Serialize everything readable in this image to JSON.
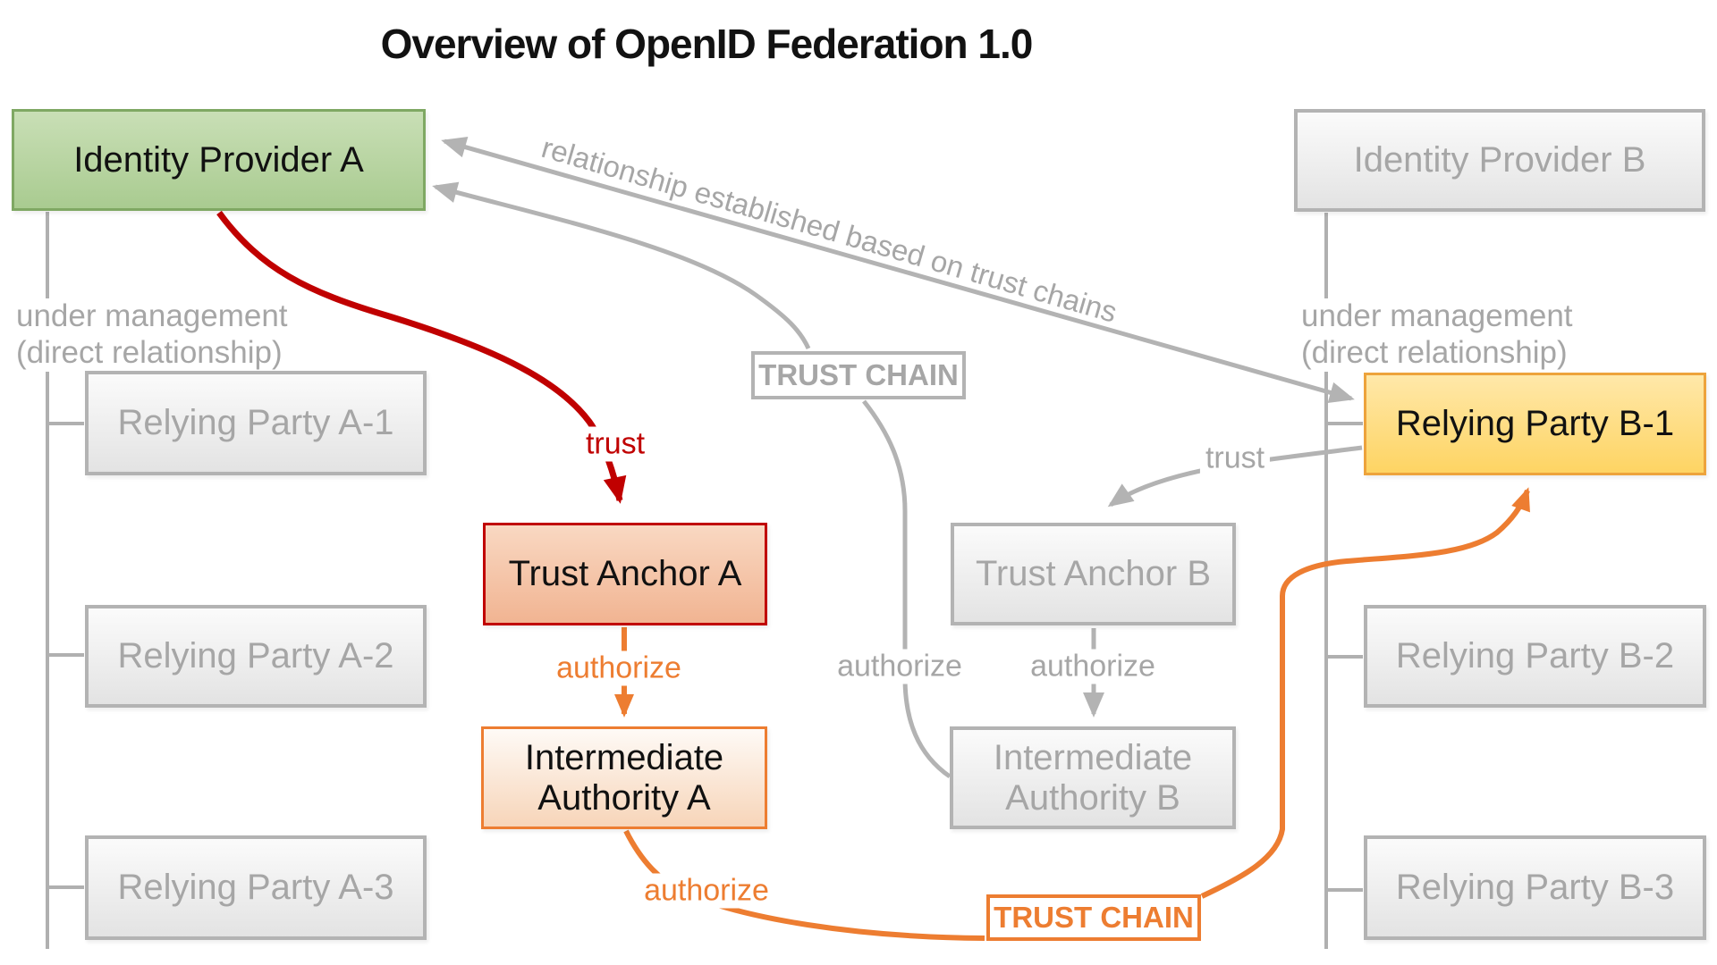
{
  "title": "Overview of OpenID Federation 1.0",
  "federation_a": {
    "identity_provider": "Identity Provider A",
    "under_management_line1": "under management",
    "under_management_line2": "(direct relationship)",
    "relying_parties": [
      "Relying Party A-1",
      "Relying Party A-2",
      "Relying Party A-3"
    ],
    "trust_anchor": "Trust Anchor A",
    "intermediate_authority": "Intermediate Authority A"
  },
  "federation_b": {
    "identity_provider": "Identity Provider B",
    "under_management_line1": "under management",
    "under_management_line2": "(direct relationship)",
    "relying_parties": [
      "Relying Party B-1",
      "Relying Party B-2",
      "Relying Party B-3"
    ],
    "trust_anchor": "Trust Anchor B",
    "intermediate_authority": "Intermediate Authority B"
  },
  "labels": {
    "trust_a": "trust",
    "authorize_ta_a": "authorize",
    "authorize_ia_a": "authorize",
    "authorize_gray_left": "authorize",
    "authorize_gray_right": "authorize",
    "trust_b": "trust",
    "trust_chain_gray": "TRUST CHAIN",
    "trust_chain_orange": "TRUST CHAIN",
    "relationship_note": "relationship established based on trust chains"
  },
  "colors": {
    "trust_red": "#c00000",
    "authorize_orange": "#ed7d31",
    "inactive_gray": "#a6a6a6",
    "idp_a_fill": "#b7d3a0",
    "idp_a_border": "#7fa863",
    "trust_anchor_a_fill": "#f5c6a5",
    "rp_b1_fill": "#fedd7f",
    "rp_b1_border": "#eda33c"
  }
}
